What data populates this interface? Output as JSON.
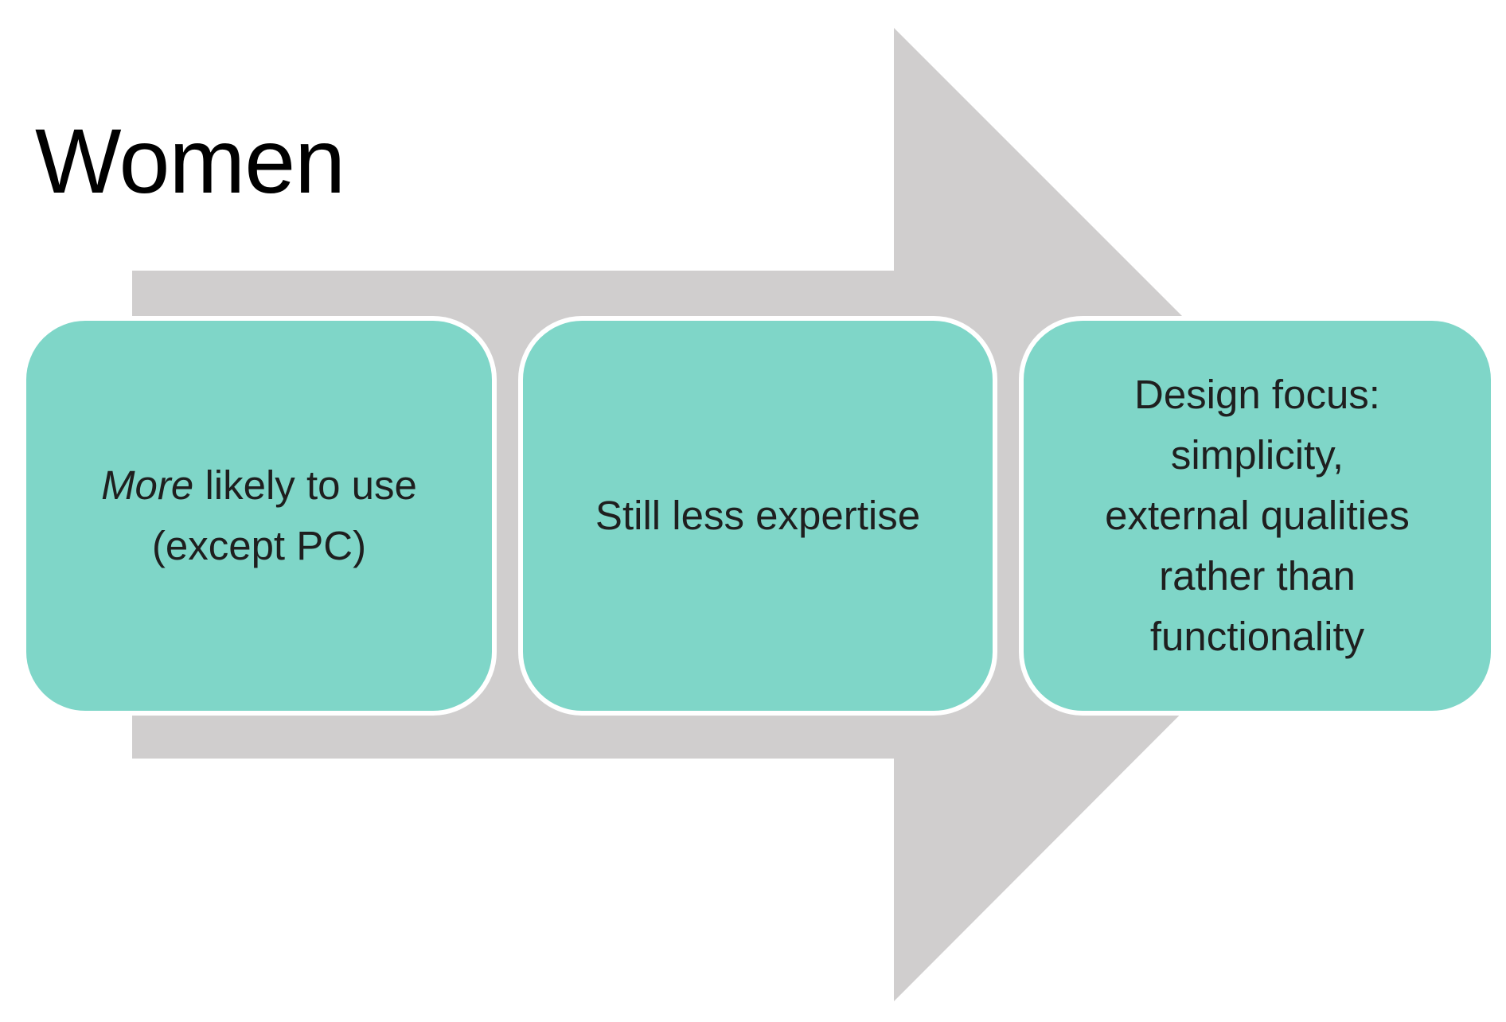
{
  "title": "Women",
  "colors": {
    "box_fill": "#7FD6C8",
    "box_border": "#FFFFFF",
    "arrow_fill": "#D0CECE",
    "text": "#1F1F1F",
    "title_color": "#000000"
  },
  "arrow": {
    "shape": "right-arrow",
    "description": "gray process arrow pointing right behind the three boxes"
  },
  "boxes": [
    {
      "id": "step-1",
      "lines": [
        {
          "segments": [
            {
              "text": "More",
              "style": "italic"
            },
            {
              "text": " likely to use",
              "style": "regular"
            }
          ]
        },
        {
          "segments": [
            {
              "text": "(except PC)",
              "style": "regular"
            }
          ]
        }
      ]
    },
    {
      "id": "step-2",
      "lines": [
        {
          "segments": [
            {
              "text": "Still less expertise",
              "style": "regular"
            }
          ]
        }
      ]
    },
    {
      "id": "step-3",
      "lines": [
        {
          "segments": [
            {
              "text": "Design focus:",
              "style": "regular"
            }
          ]
        },
        {
          "segments": [
            {
              "text": "simplicity,",
              "style": "regular"
            }
          ]
        },
        {
          "segments": [
            {
              "text": "external qualities",
              "style": "regular"
            }
          ]
        },
        {
          "segments": [
            {
              "text": "rather than",
              "style": "regular"
            }
          ]
        },
        {
          "segments": [
            {
              "text": "functionality",
              "style": "regular"
            }
          ]
        }
      ]
    }
  ]
}
